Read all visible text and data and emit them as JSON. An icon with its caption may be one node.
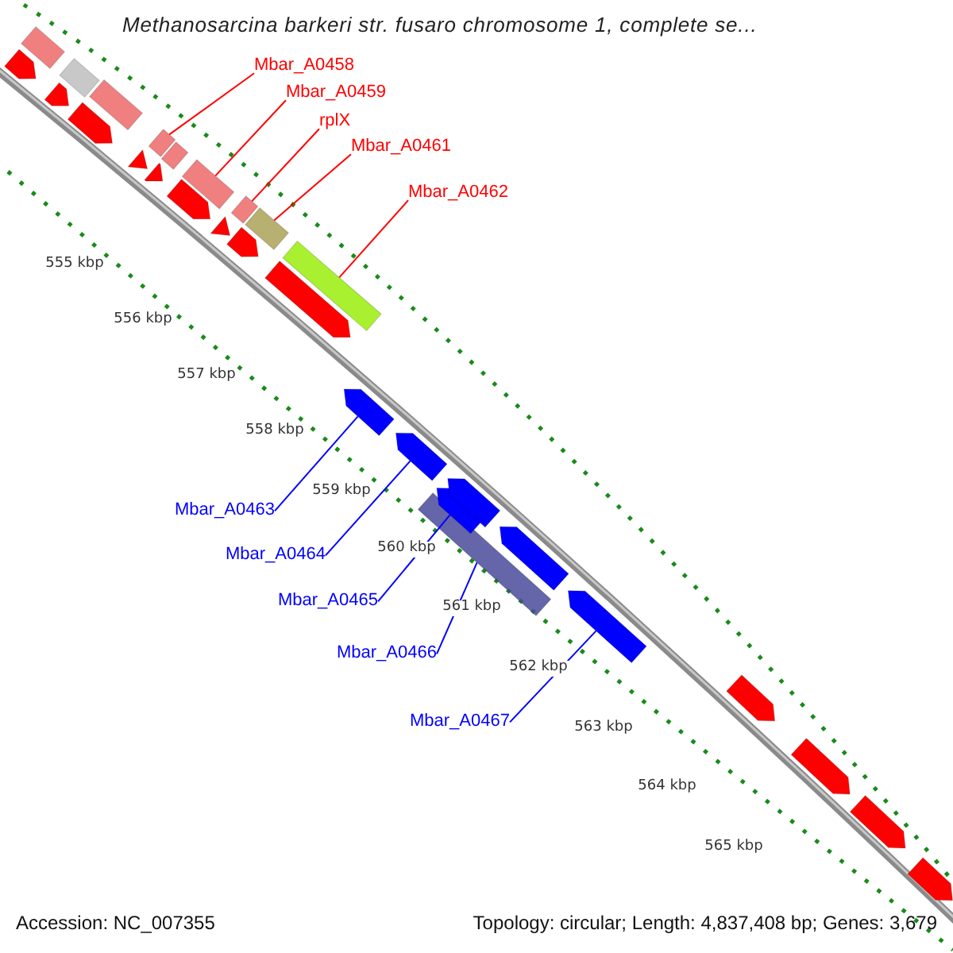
{
  "diagram": {
    "title": "Methanosarcina barkeri str. fusaro chromosome 1, complete se...",
    "nodes": [
      {
        "text": [
          "Mbar_A0458"
        ]
      },
      {
        "text": [
          "Mbar_A0459"
        ]
      },
      {
        "text": [
          "rplX"
        ]
      },
      {
        "text": [
          "Mbar_A0461"
        ]
      },
      {
        "text": [
          "Mbar_A0462"
        ]
      },
      {
        "text": [
          "Mbar_A0463"
        ]
      },
      {
        "text": [
          "Mbar_A0464"
        ]
      },
      {
        "text": [
          "Mbar_A0465"
        ]
      },
      {
        "text": [
          "Mbar_A0466"
        ]
      },
      {
        "text": [
          "Mbar_A0467"
        ]
      },
      {
        "text": [],
        "shape": "pentagon"
      },
      {
        "text": [],
        "shape": "bar"
      },
      {
        "text": [],
        "shape": "pentagon"
      },
      {
        "text": [],
        "shape": "bar"
      },
      {
        "text": [],
        "shape": "pentagon"
      },
      {
        "text": [],
        "shape": "bar"
      },
      {
        "text": [],
        "shape": "triangle"
      },
      {
        "text": [],
        "shape": "pentagon"
      },
      {
        "text": [],
        "shape": "bar"
      },
      {
        "text": [],
        "shape": "bar"
      },
      {
        "text": [],
        "shape": "pentagon"
      },
      {
        "text": [],
        "shape": "bar"
      },
      {
        "text": [],
        "shape": "triangle"
      },
      {
        "text": [],
        "shape": "pentagon"
      },
      {
        "text": [],
        "shape": "bar"
      },
      {
        "text": [],
        "shape": "bar"
      },
      {
        "text": [],
        "shape": "pentagon"
      },
      {
        "text": [],
        "shape": "bar"
      },
      {
        "text": [],
        "shape": "pentagon"
      },
      {
        "text": [],
        "shape": "pentagon"
      },
      {
        "text": [],
        "shape": "pentagon"
      },
      {
        "text": [],
        "shape": "pentagon"
      },
      {
        "text": [],
        "shape": "bar"
      },
      {
        "text": [],
        "shape": "pentagon"
      },
      {
        "text": [],
        "shape": "pentagon"
      },
      {
        "text": [],
        "shape": "pentagon"
      },
      {
        "text": [],
        "shape": "pentagon"
      },
      {
        "text": [],
        "shape": "pentagon"
      },
      {
        "text": [],
        "shape": "pentagon"
      }
    ],
    "edges": [
      {
        "from": 0,
        "to": 18,
        "arrow": "none"
      },
      {
        "from": 1,
        "to": 21,
        "arrow": "none"
      },
      {
        "from": 2,
        "to": 24,
        "arrow": "none"
      },
      {
        "from": 3,
        "to": 25,
        "arrow": "none"
      },
      {
        "from": 4,
        "to": 27,
        "arrow": "none"
      },
      {
        "from": 5,
        "to": 28,
        "arrow": "none",
        "color": "#0000ff"
      },
      {
        "from": 6,
        "to": 29,
        "arrow": "none",
        "color": "#0000ff"
      },
      {
        "from": 7,
        "to": 30,
        "arrow": "none",
        "color": "#0000ff"
      },
      {
        "from": 8,
        "to": 32,
        "arrow": "none",
        "color": "#0000ff"
      },
      {
        "from": 9,
        "to": 34,
        "arrow": "none",
        "color": "#0000ff"
      }
    ],
    "labels": [
      "555 kbp",
      "556 kbp",
      "557 kbp",
      "558 kbp",
      "559 kbp",
      "560 kbp",
      "561 kbp",
      "562 kbp",
      "563 kbp",
      "564 kbp",
      "565 kbp",
      "Accession: NC_007355",
      "Topology: circular; Length: 4,837,408 bp; Genes: 3,679"
    ]
  }
}
